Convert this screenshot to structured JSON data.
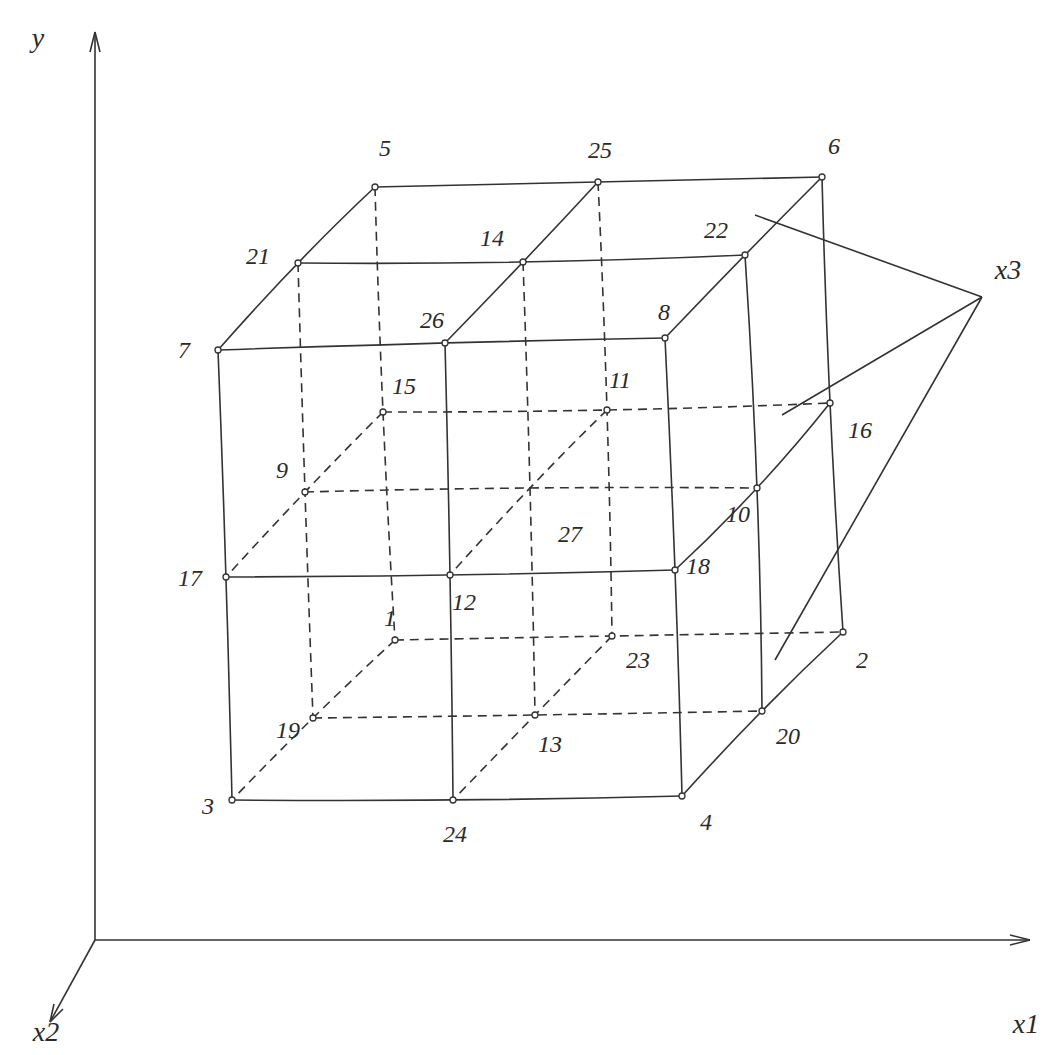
{
  "diagram": {
    "labels": [
      "1",
      "2",
      "3",
      "4",
      "5",
      "6",
      "7",
      "8",
      "9",
      "10",
      "11",
      "12",
      "13",
      "14",
      "15",
      "16",
      "17",
      "18",
      "19",
      "20",
      "21",
      "22",
      "23",
      "24",
      "25",
      "26",
      "27",
      "y",
      "x1",
      "x2",
      "x3"
    ]
  }
}
